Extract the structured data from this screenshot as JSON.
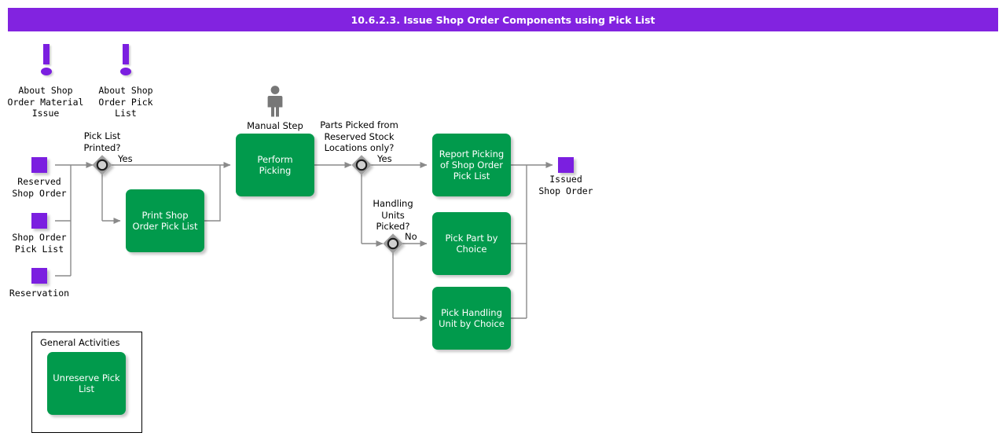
{
  "header": {
    "title": "10.6.2.3. Issue Shop Order Components using Pick List",
    "bar_color": "#8223e0",
    "text_color": "#ffffff"
  },
  "theme": {
    "activity_green": "#019a4c",
    "data_purple": "#7b1fe0",
    "connector_gray": "#808080",
    "person_gray": "#777777",
    "canvas": "#ffffff"
  },
  "info_icons": [
    {
      "name": "about-shop-order-material-issue",
      "label": "About Shop\nOrder Material\nIssue"
    },
    {
      "name": "about-shop-order-pick-list",
      "label": "About Shop\nOrder Pick\nList"
    }
  ],
  "data_objects": [
    {
      "name": "reserved-shop-order",
      "label": "Reserved\nShop Order"
    },
    {
      "name": "shop-order-pick-list",
      "label": "Shop Order\nPick List"
    },
    {
      "name": "reservation",
      "label": "Reservation"
    },
    {
      "name": "issued-shop-order",
      "label": "Issued\nShop Order"
    }
  ],
  "manual_step": {
    "label": "Manual Step"
  },
  "decisions": [
    {
      "name": "pick-list-printed",
      "question": "Pick List\nPrinted?",
      "yes_label": "Yes",
      "no_label": ""
    },
    {
      "name": "parts-picked-from-reserved-stock-locations-only",
      "question": "Parts Picked from\nReserved Stock\nLocations only?",
      "yes_label": "Yes",
      "no_label": ""
    },
    {
      "name": "handling-units-picked",
      "question": "Handling\nUnits\nPicked?",
      "yes_label": "",
      "no_label": "No"
    }
  ],
  "activities": [
    {
      "name": "print-shop-order-pick-list",
      "label": "Print Shop Order\nPick List"
    },
    {
      "name": "perform-picking",
      "label": "Perform Picking"
    },
    {
      "name": "report-picking-of-shop-order-pick-list",
      "label": "Report Picking\nof Shop Order\nPick List"
    },
    {
      "name": "pick-part-by-choice",
      "label": "Pick Part by\nChoice"
    },
    {
      "name": "pick-handling-unit-by-choice",
      "label": "Pick Handling\nUnit by Choice"
    }
  ],
  "general_activities": {
    "title": "General Activities",
    "items": [
      {
        "name": "unreserve-pick-list",
        "label": "Unreserve Pick\nList"
      }
    ]
  }
}
